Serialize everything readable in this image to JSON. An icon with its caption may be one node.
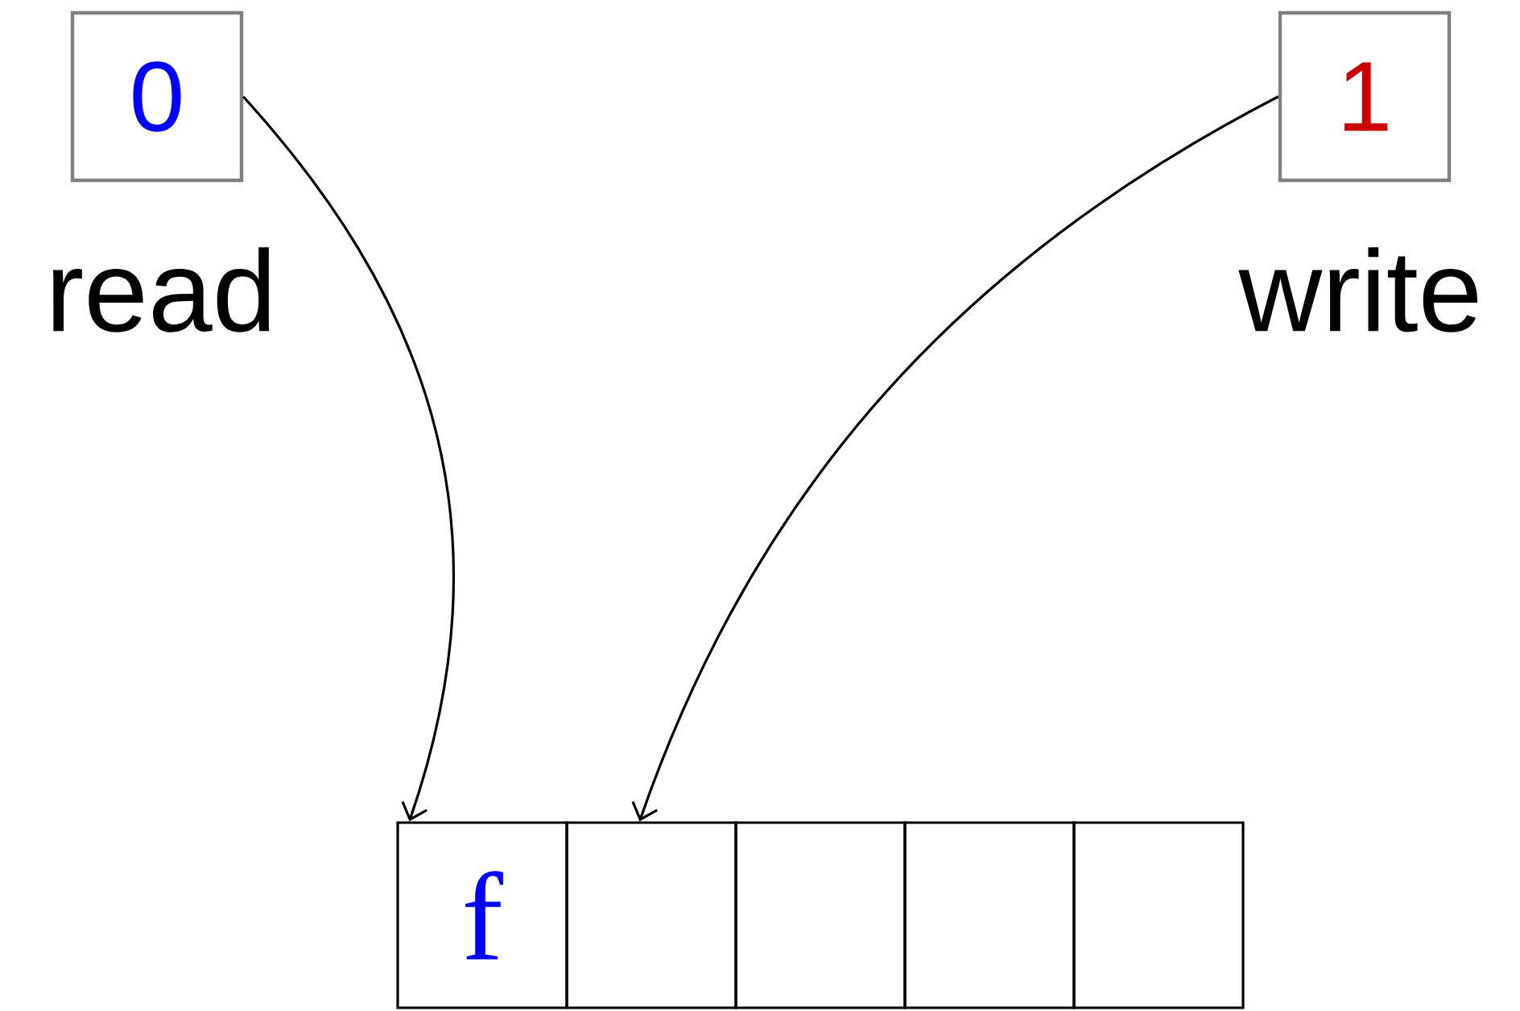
{
  "diagram": {
    "nodes": [
      {
        "text": [
          "0"
        ],
        "beside": [
          "read"
        ]
      },
      {
        "text": [
          "1"
        ],
        "beside": [
          "write"
        ]
      },
      {
        "text": [
          "f"
        ]
      },
      {
        "text": [],
        "shape": "box"
      },
      {
        "text": [],
        "shape": "box"
      },
      {
        "text": [],
        "shape": "box"
      },
      {
        "text": [],
        "shape": "box"
      }
    ],
    "edges": [
      {
        "from": 0,
        "to": 2,
        "arrow": "to"
      },
      {
        "from": 1,
        "to": 3,
        "arrow": "to"
      }
    ]
  }
}
